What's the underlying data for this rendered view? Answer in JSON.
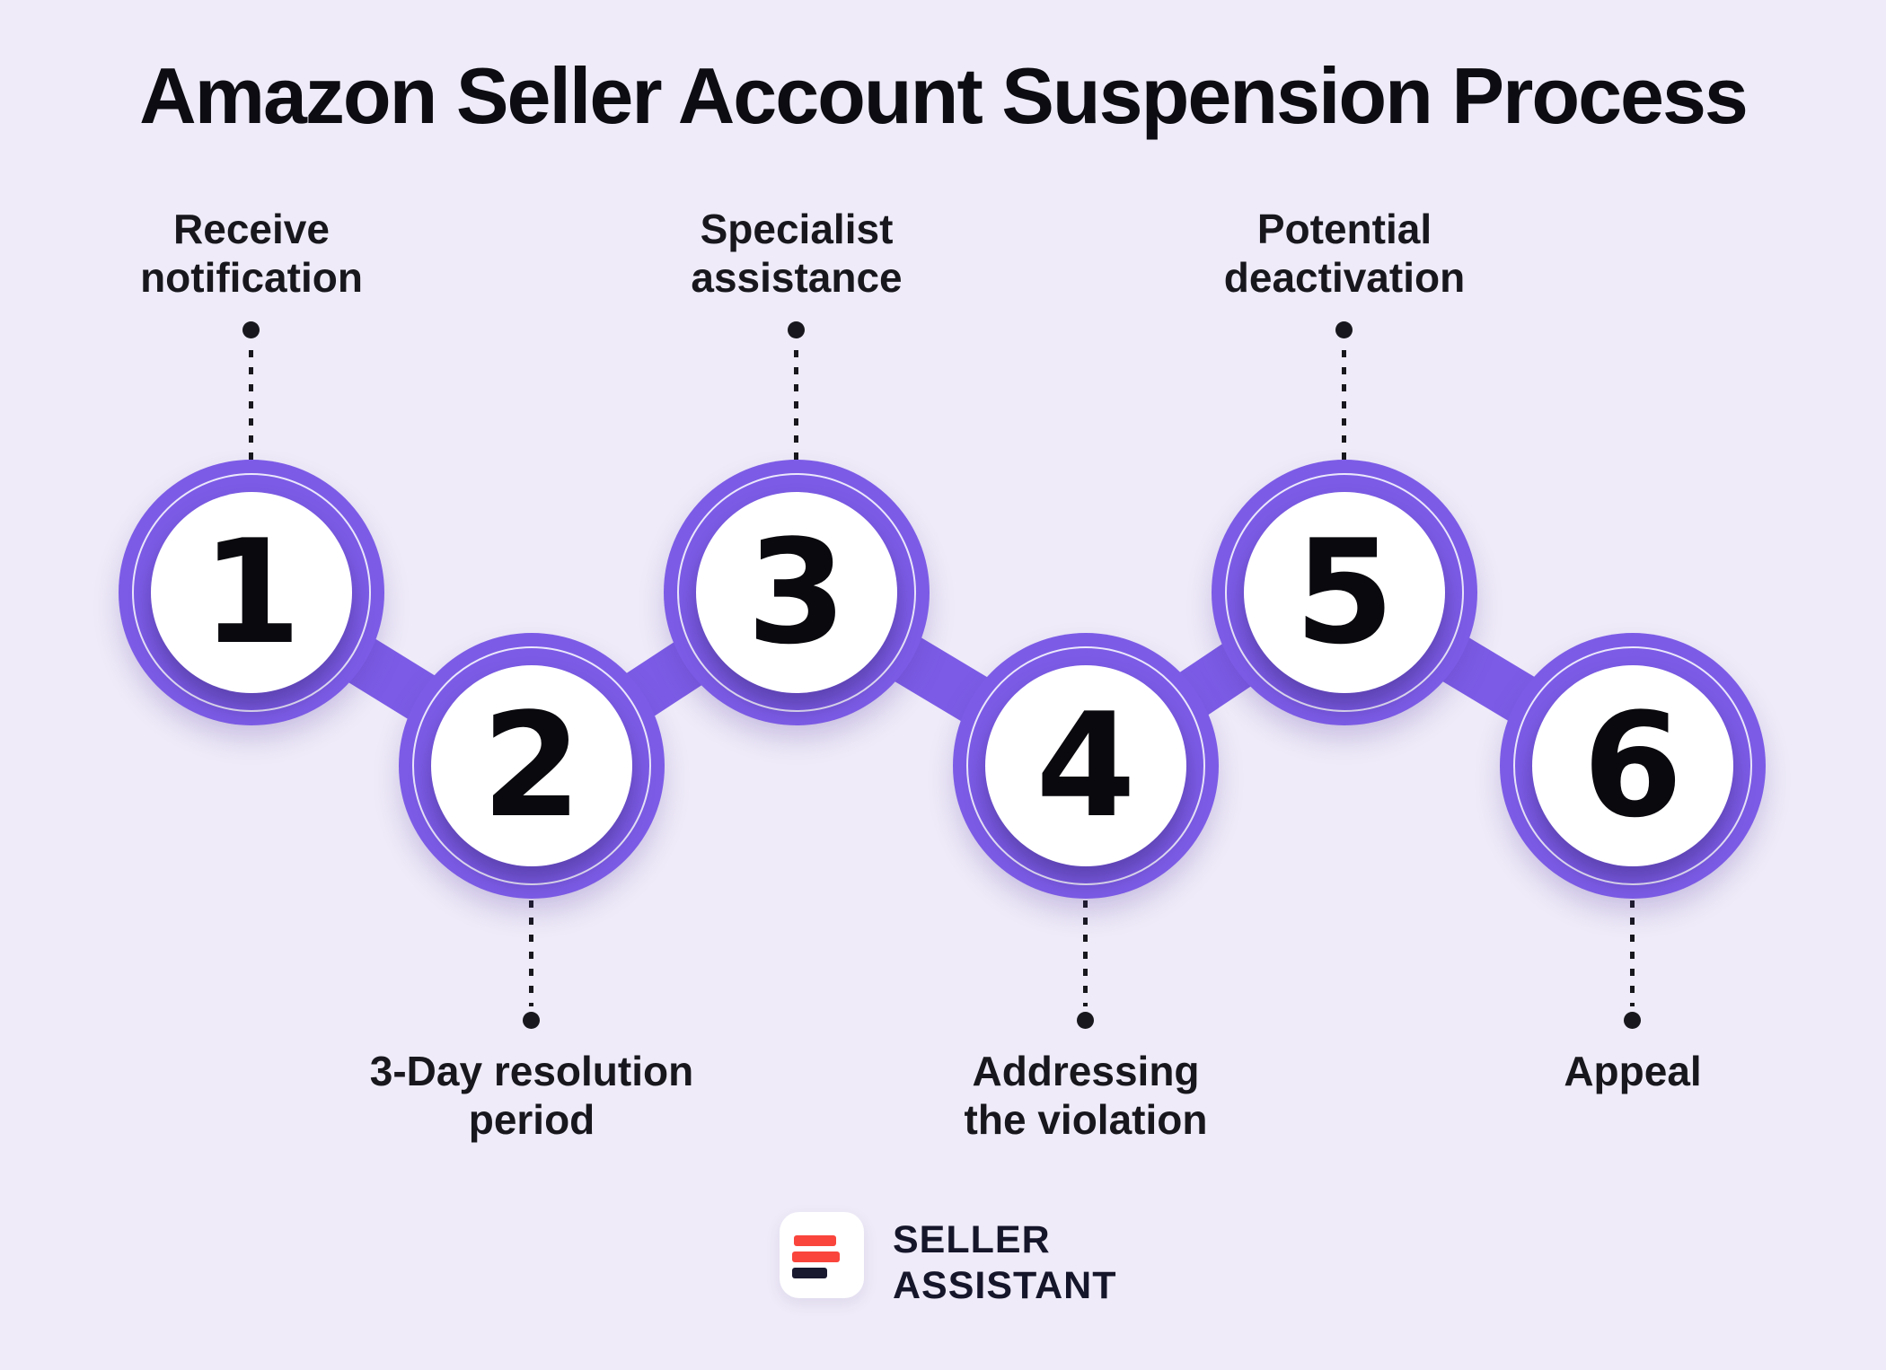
{
  "title": "Amazon Seller Account Suspension Process",
  "colors": {
    "background": "#EFEBF8",
    "accent_purple": "#7C5CE6",
    "text_dark": "#17171D",
    "number_black": "#0A0A0E",
    "logo_red": "#F9453C",
    "logo_navy": "#16162B"
  },
  "steps": [
    {
      "number": "1",
      "label": "Receive notification",
      "label_lines": [
        "Receive",
        "notification"
      ],
      "position": "top"
    },
    {
      "number": "2",
      "label": "3-Day resolution period",
      "label_lines": [
        "3-Day resolution",
        "period"
      ],
      "position": "bottom"
    },
    {
      "number": "3",
      "label": "Specialist assistance",
      "label_lines": [
        "Specialist",
        "assistance"
      ],
      "position": "top"
    },
    {
      "number": "4",
      "label": "Addressing the violation",
      "label_lines": [
        "Addressing",
        "the violation"
      ],
      "position": "bottom"
    },
    {
      "number": "5",
      "label": "Potential deactivation",
      "label_lines": [
        "Potential",
        "deactivation"
      ],
      "position": "top"
    },
    {
      "number": "6",
      "label": "Appeal",
      "label_lines": [
        "Appeal"
      ],
      "position": "bottom"
    }
  ],
  "logo": {
    "icon": "three-bars-icon",
    "line1": "SELLER",
    "line2": "ASSISTANT"
  }
}
